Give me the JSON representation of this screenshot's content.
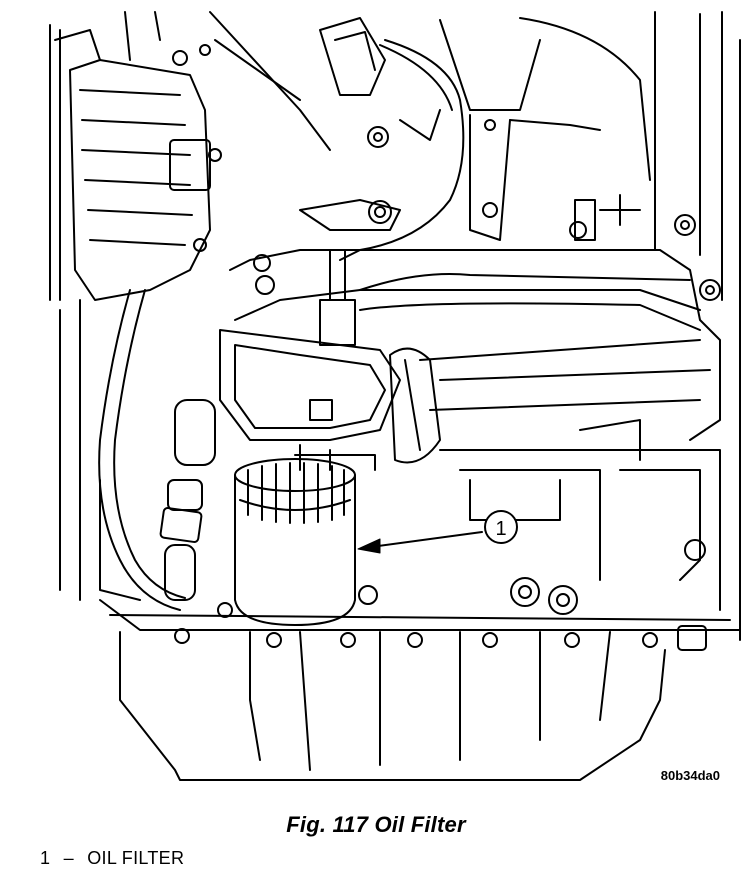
{
  "figure": {
    "image_code": "80b34da0",
    "callouts": [
      {
        "number": "1",
        "target": "oil filter"
      }
    ]
  },
  "caption": "Fig. 117 Oil Filter",
  "legend": [
    {
      "number": "1",
      "dash": "–",
      "label": "OIL FILTER"
    }
  ],
  "colors": {
    "ink": "#000000",
    "paper": "#ffffff"
  }
}
